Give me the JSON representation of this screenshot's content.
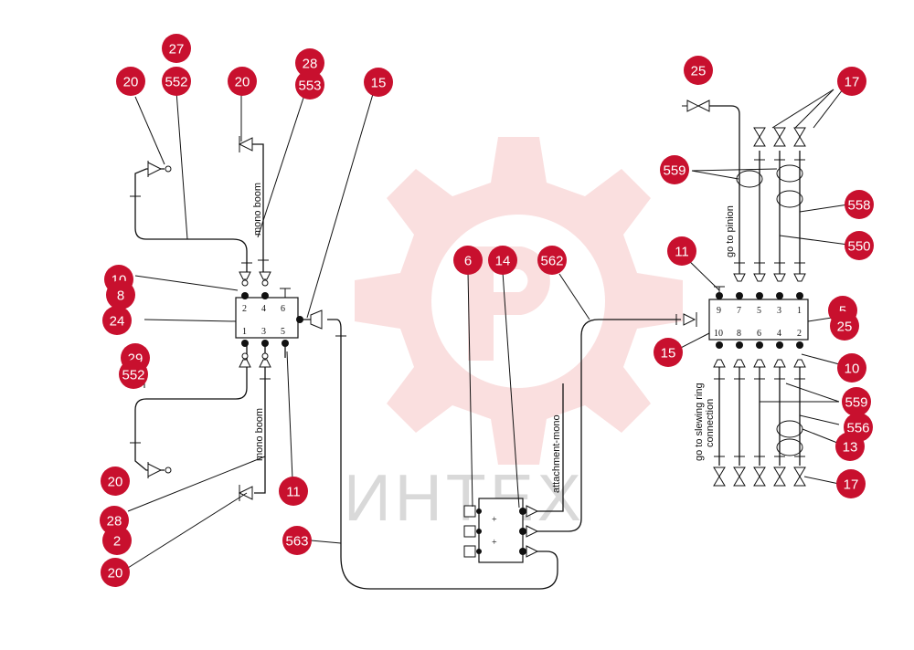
{
  "watermark": {
    "text": "ИНТЕХ",
    "gear_color": "#f6c6c6"
  },
  "labels": {
    "mono_boom_top": "mono boom",
    "mono_boom_bottom": "mono boom",
    "go_to_pinion": "go to pinion",
    "slewing_1": "go to slewing ring",
    "slewing_2": "connection",
    "attachment": "attachment-mono"
  },
  "left_box": {
    "top_pins": [
      "2",
      "4",
      "6"
    ],
    "bottom_pins": [
      "1",
      "3",
      "5"
    ]
  },
  "right_box": {
    "top_pins": [
      "9",
      "7",
      "5",
      "3",
      "1"
    ],
    "bottom_pins": [
      "10",
      "8",
      "6",
      "4",
      "2"
    ]
  },
  "callout_color": "#c8102e",
  "callouts": [
    "27",
    "552",
    "20",
    "20",
    "28",
    "553",
    "15",
    "10",
    "8",
    "24",
    "29",
    "552",
    "20",
    "28",
    "2",
    "20",
    "11",
    "563",
    "6",
    "14",
    "562",
    "25",
    "17",
    "559",
    "558",
    "550",
    "11",
    "5",
    "25",
    "15",
    "10",
    "559",
    "556",
    "13",
    "17"
  ]
}
